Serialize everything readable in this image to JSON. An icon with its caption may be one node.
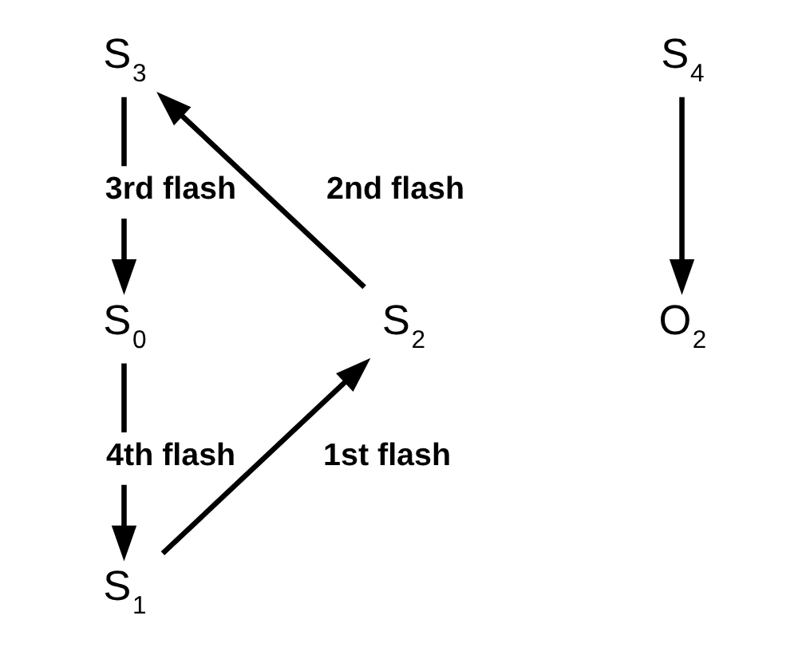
{
  "diagram": {
    "nodes": [
      {
        "text": [
          "S$_{3}$"
        ]
      },
      {
        "text": [
          "S$_{4}$"
        ]
      },
      {
        "text": [
          "S$_{2}$"
        ]
      },
      {
        "text": [
          "S$_{0}$"
        ]
      },
      {
        "text": [
          "O$_{2}$"
        ]
      },
      {
        "text": [
          "S$_{1}$"
        ]
      }
    ],
    "edges": [
      {
        "from": 0,
        "to": 3,
        "arrow": "to",
        "label": "3rd flash"
      },
      {
        "from": 1,
        "to": 4,
        "arrow": "to"
      },
      {
        "from": 3,
        "to": 5,
        "arrow": "to",
        "label": "4th flash"
      },
      {
        "from": 5,
        "to": 2,
        "arrow": "to",
        "label": "1st flash"
      },
      {
        "from": 2,
        "to": 0,
        "arrow": "to",
        "label": "2nd flash"
      }
    ]
  }
}
